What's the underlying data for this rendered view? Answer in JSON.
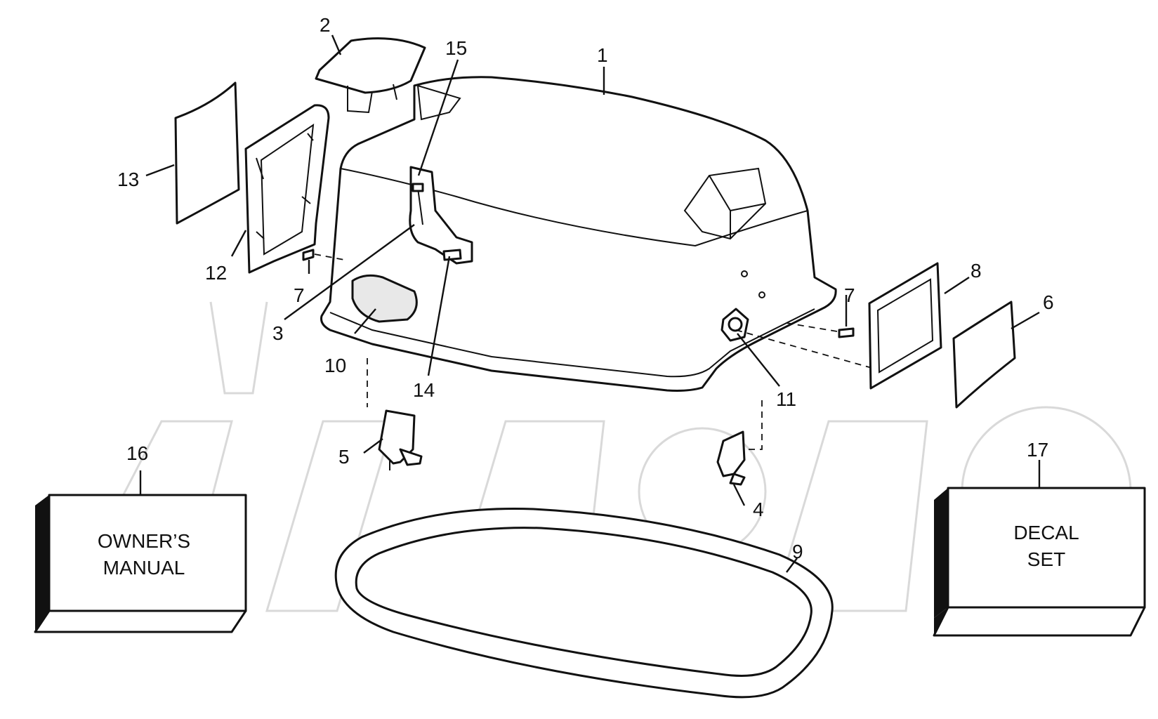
{
  "callouts": {
    "c1": "1",
    "c2": "2",
    "c3": "3",
    "c4": "4",
    "c5": "5",
    "c6": "6",
    "c7a": "7",
    "c7b": "7",
    "c8": "8",
    "c9": "9",
    "c10": "10",
    "c11": "11",
    "c12": "12",
    "c13": "13",
    "c14": "14",
    "c15": "15",
    "c16": "16",
    "c17": "17"
  },
  "owners_manual": {
    "line1": "OWNER’S",
    "line2": "MANUAL"
  },
  "decal_set": {
    "line1": "DECAL",
    "line2": "SET"
  }
}
